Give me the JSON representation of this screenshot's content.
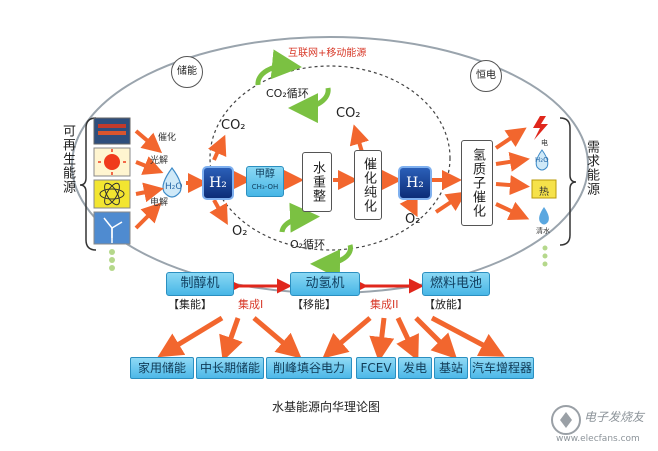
{
  "top_label": "互联网+移动能源",
  "storage_tag": "储能",
  "grid_tag": "恒电",
  "left_vertical": "可再生能源",
  "right_vertical": "需求能源",
  "conversions": {
    "catalysis": "催化",
    "photolysis": "光解",
    "electrolysis": "电解"
  },
  "co2_loop": "CO₂循环",
  "o2_loop": "O₂循环",
  "co2_a": "CO₂",
  "co2_b": "CO₂",
  "o2_a": "O₂",
  "o2_b": "O₂",
  "h2_label": "H₂",
  "methanol": {
    "name": "甲醇",
    "formula": "CH₃-OH"
  },
  "water_reform": "水重整",
  "catalytic_purify": "催化纯化",
  "proton_catalysis": "氢质子催化",
  "h2o": "H₂O",
  "right_icons": {
    "electricity": "电",
    "heat": "热",
    "water": "清水"
  },
  "machines": [
    {
      "name": "制醇机",
      "sub": "【集能】"
    },
    {
      "name": "动氢机",
      "sub": "【移能】"
    },
    {
      "name": "燃料电池",
      "sub": "【放能】"
    }
  ],
  "integration": {
    "one": "集成I",
    "two": "集成II"
  },
  "applications": [
    "家用储能",
    "中长期储能",
    "削峰填谷电力",
    "FCEV",
    "发电",
    "基站",
    "汽车增程器"
  ],
  "caption": "水基能源向华理论图",
  "watermark": {
    "title": "电子发烧友",
    "url": "www.elecfans.com"
  },
  "colors": {
    "arrow": "#f2662e",
    "teal": "#47b6e6",
    "h2_blue": "#0d2d78",
    "red": "#e0271c"
  }
}
